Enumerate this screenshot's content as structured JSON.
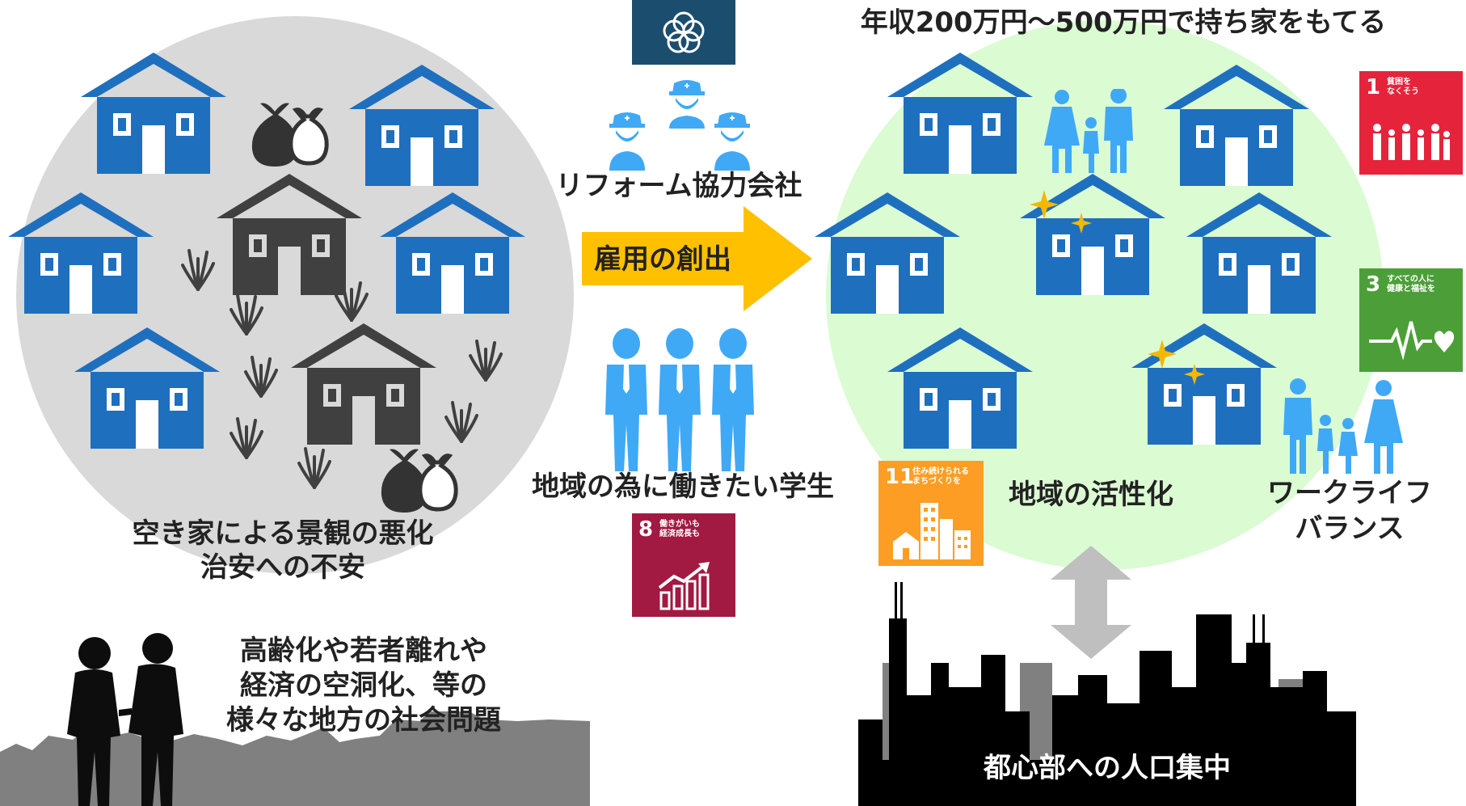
{
  "left": {
    "caption_line1": "空き家による景観の悪化",
    "caption_line2": "治安への不安",
    "problem_line1": "高齢化や若者離れや",
    "problem_line2": "経済の空洞化、等の",
    "problem_line3": "様々な地方の社会問題"
  },
  "center": {
    "reform_label": "リフォーム協力会社",
    "arrow_label": "雇用の創出",
    "students_label": "地域の為に働きたい学生"
  },
  "right": {
    "headline": "年収200万円～500万円で持ち家をもてる",
    "activation_label": "地域の活性化",
    "worklife_line1": "ワークライフ",
    "worklife_line2": "バランス",
    "city_label": "都心部への人口集中"
  },
  "sdgs": {
    "goal1": {
      "num": "1",
      "label": "貧困を\nなくそう",
      "color": "#E5243B"
    },
    "goal3": {
      "num": "3",
      "label": "すべての人に\n健康と福祉を",
      "color": "#4C9F38"
    },
    "goal8": {
      "num": "8",
      "label": "働きがいも\n経済成長も",
      "color": "#A21942"
    },
    "goal11": {
      "num": "11",
      "label": "住み続けられる\nまちづくりを",
      "color": "#FD9D24"
    }
  },
  "colors": {
    "house_blue": "#1F6FBF",
    "house_dark": "#404040",
    "person_blue": "#3FA9F5",
    "arrow_yellow": "#FFC000",
    "left_circle": "#D9D9D9",
    "right_circle": "#DBFBD3",
    "logo_bg": "#1B4D6E"
  }
}
